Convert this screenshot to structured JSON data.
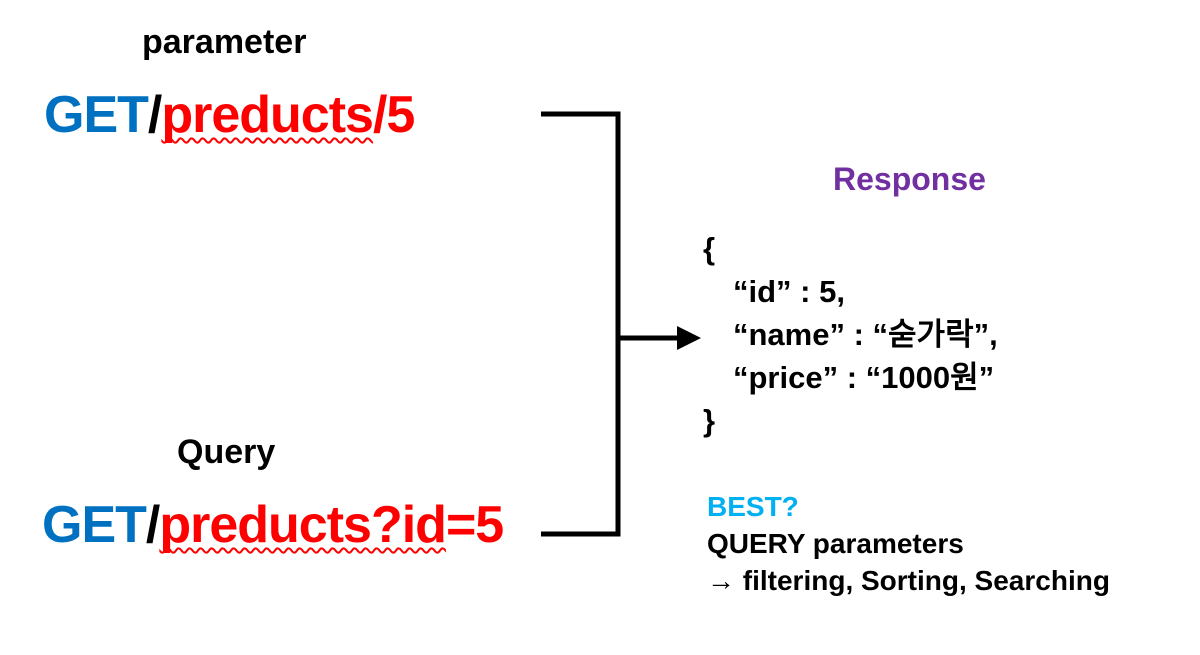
{
  "labels": {
    "parameter": "parameter",
    "query": "Query"
  },
  "requests": [
    {
      "method": "GET",
      "separator": "/",
      "path_wavy": "preducts",
      "path_rest": "/5"
    },
    {
      "method": "GET",
      "separator": "/",
      "path_wavy": "preducts?id",
      "path_rest": "=5"
    }
  ],
  "response": {
    "title": "Response",
    "json_lines": [
      "{",
      "“id” : 5,",
      "“name” : “숟가락”,",
      "“price” : “1000원”",
      "}"
    ]
  },
  "notes": {
    "heading": "BEST?",
    "line1": "QUERY parameters",
    "line2": "→ filtering, Sorting, Searching"
  },
  "colors": {
    "method-blue": "#0070C0",
    "path-red": "#FF0000",
    "response-purple": "#7030A0",
    "best-cyan": "#00B0F0",
    "ink-black": "#000000"
  }
}
